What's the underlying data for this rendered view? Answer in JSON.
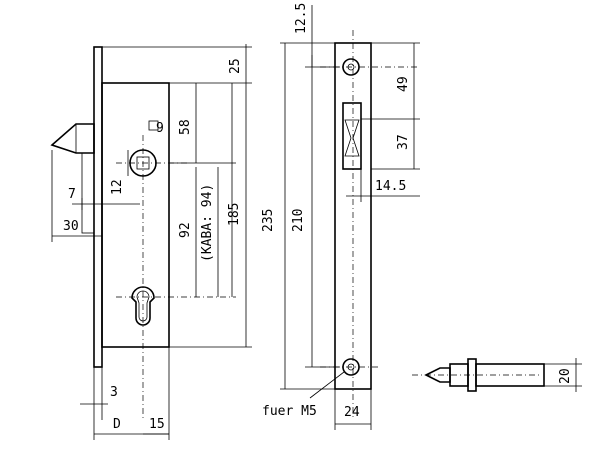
{
  "labels": {
    "dim_25": "25",
    "dim_58": "58",
    "dim_9": "9",
    "dim_12": "12",
    "dim_7": "7",
    "dim_30": "30",
    "dim_92": "92",
    "dim_kaba": "(KABA: 94)",
    "dim_185": "185",
    "dim_235": "235",
    "dim_210": "210",
    "dim_12_5": "12.5",
    "dim_49": "49",
    "dim_37": "37",
    "dim_14_5": "14.5",
    "dim_3": "3",
    "dim_D": "D",
    "dim_15": "15",
    "dim_24": "24",
    "dim_20": "20",
    "note_screw": "fuer M5"
  }
}
